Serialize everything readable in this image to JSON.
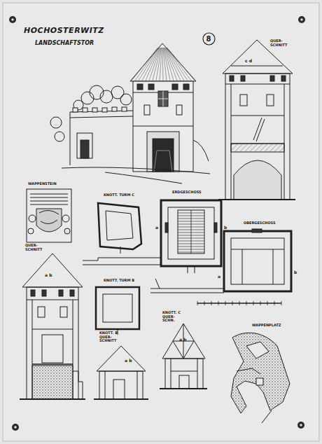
{
  "diagram": {
    "title": "HOCHOSTERWITZ",
    "nodes": [
      {
        "text": [
          "8"
        ]
      }
    ],
    "labels": [
      "LANDSCHAFTSTOR",
      "QUER- SCHNITT",
      "c d",
      "WAPPENSTEIN",
      "KNOTT. TURM C",
      "ERDGESCHOSS",
      "a",
      "b",
      "OBERGESCHOSS",
      "a",
      "b",
      "QUER- SCHNITT",
      "a b",
      "KNOTT. TURM B",
      "KNOTT. B QUER- SCHNITT",
      "a b",
      "KNOTT. C QUER- SCHN.",
      "a b",
      "WAPPENPLATZ"
    ]
  }
}
